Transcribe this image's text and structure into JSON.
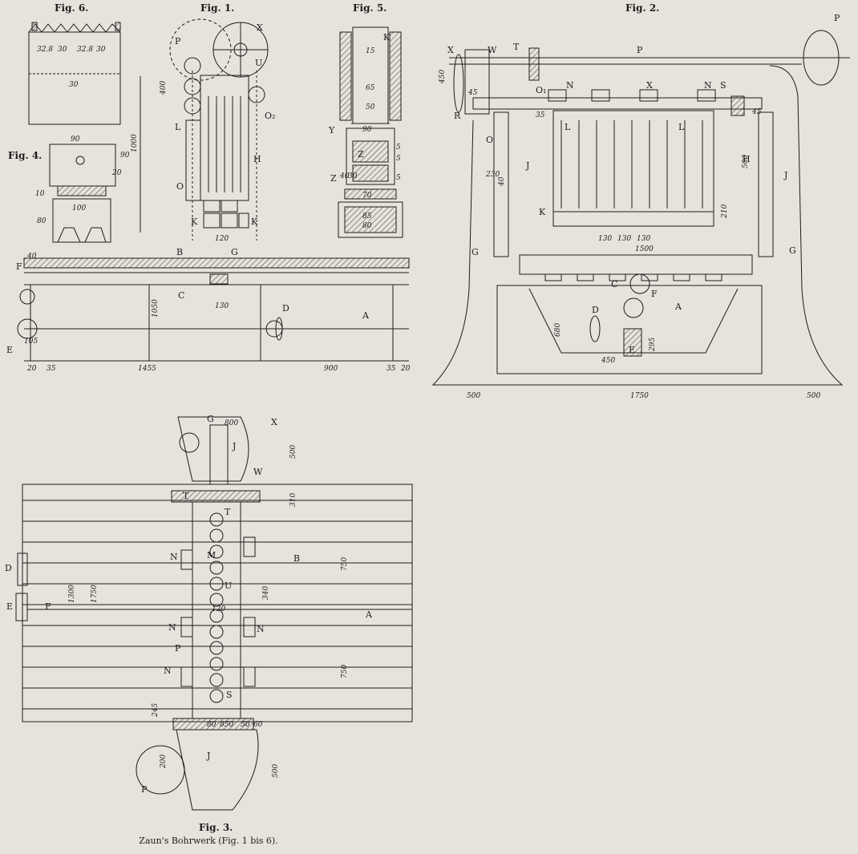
{
  "figures": {
    "fig1": "Fig. 1.",
    "fig2": "Fig. 2.",
    "fig3": "Fig. 3.",
    "fig4": "Fig. 4.",
    "fig5": "Fig. 5.",
    "fig6": "Fig. 6."
  },
  "caption": "Zaun's Bohrwerk (Fig. 1 bis 6).",
  "colors": {
    "ink": "#1c1c1a",
    "paper": "#e6e3dc",
    "hatch": "#55534e"
  },
  "labels": [
    "A",
    "B",
    "C",
    "D",
    "E",
    "F",
    "G",
    "H",
    "J",
    "K",
    "L",
    "M",
    "N",
    "O",
    "O1",
    "O2",
    "P",
    "R",
    "S",
    "T",
    "U",
    "W",
    "X",
    "Y",
    "Z"
  ],
  "dims": {
    "fig1": [
      "1000",
      "400",
      "120",
      "1050",
      "1455",
      "900",
      "35",
      "20",
      "40",
      "35",
      "20",
      "130",
      "105"
    ],
    "fig2": [
      "450",
      "45",
      "230",
      "40",
      "1500",
      "130",
      "130",
      "130",
      "210",
      "680",
      "450",
      "295",
      "500",
      "1750",
      "500",
      "45",
      "500",
      "35"
    ],
    "fig3": [
      "800",
      "500",
      "310",
      "1300",
      "1750",
      "750",
      "750",
      "120",
      "340",
      "200",
      "500",
      "245",
      "50",
      "80",
      "60",
      "850"
    ],
    "fig4": [
      "90",
      "90",
      "20",
      "10",
      "80",
      "100"
    ],
    "fig5": [
      "15",
      "65",
      "50",
      "90",
      "40",
      "30",
      "70",
      "85",
      "80",
      "5",
      "5",
      "5"
    ],
    "fig6": [
      "32.8",
      "30",
      "32.8",
      "30",
      "30"
    ]
  }
}
